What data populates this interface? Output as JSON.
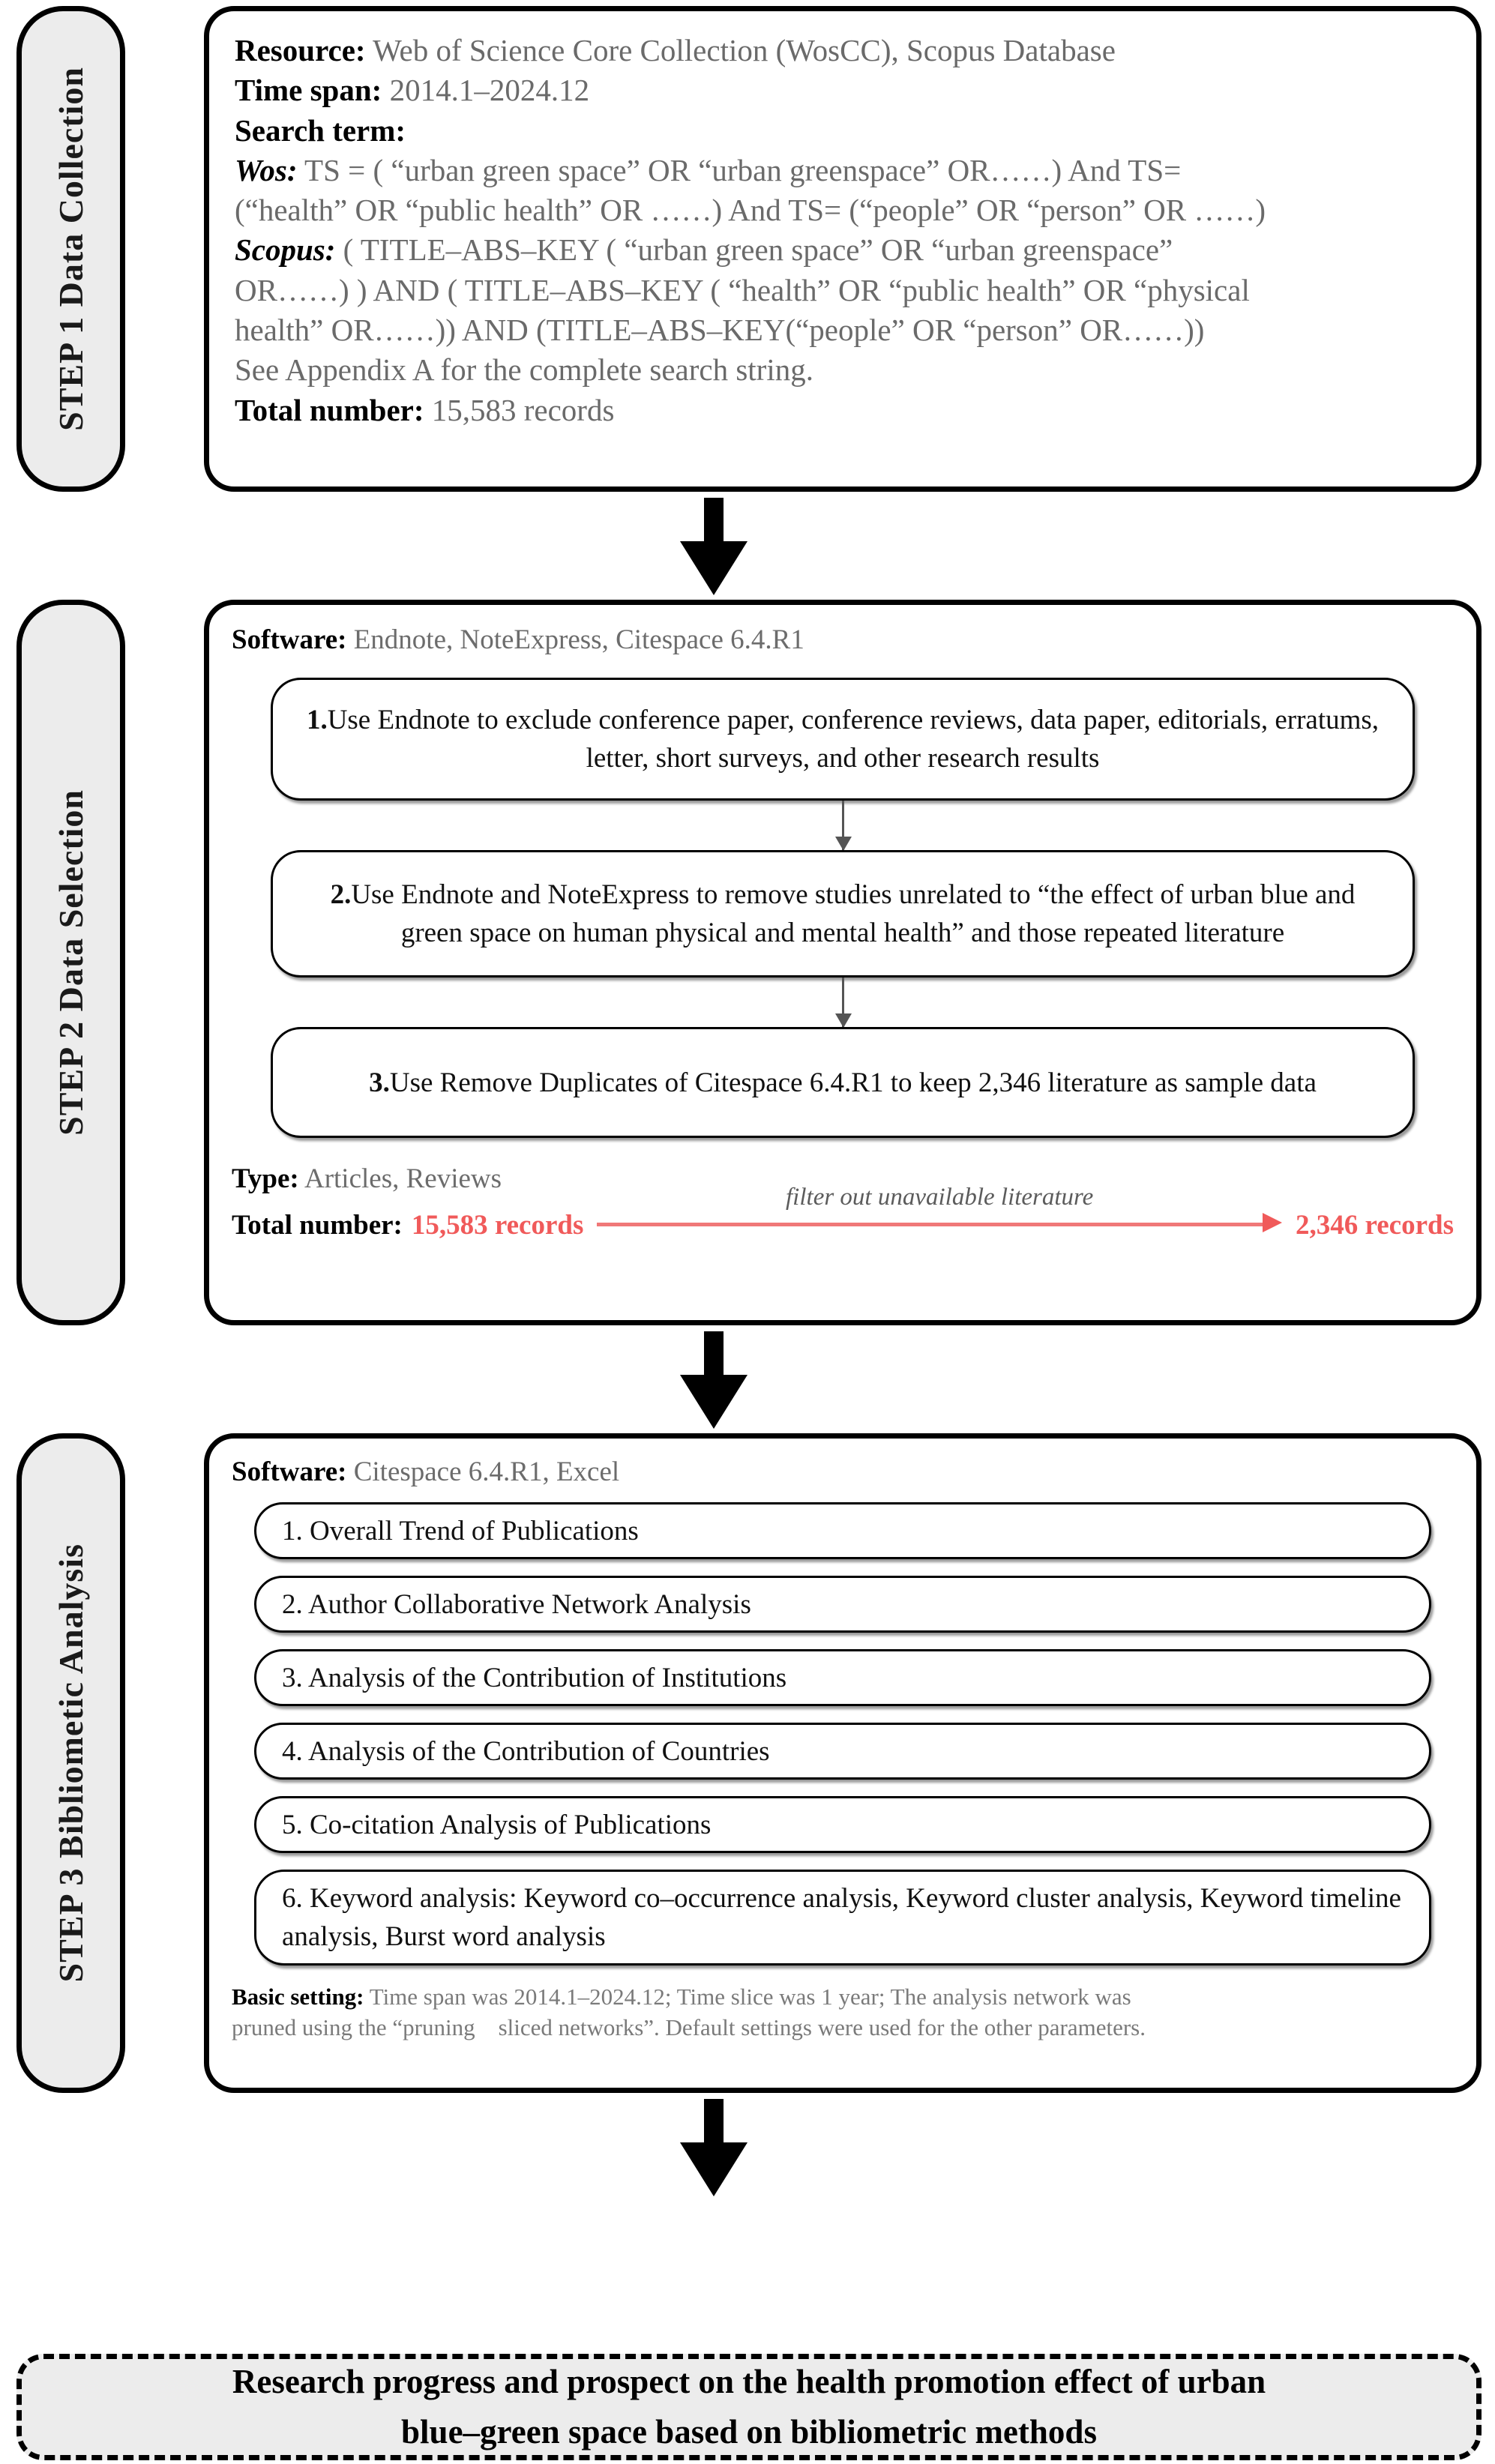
{
  "figure": {
    "type": "flowchart",
    "orientation": "vertical",
    "accent_red": "#f05a5a",
    "rail_fill": "#ececec"
  },
  "steps": [
    {
      "rail_label": "STEP 1 Data Collection",
      "lines": {
        "resource_label": "Resource:",
        "resource_value": "Web of Science Core Collection (WosCC), Scopus Database",
        "timespan_label": "Time span:",
        "timespan_value": "2014.1–2024.12",
        "searchterm_label": "Search term:",
        "wos_label": "Wos:",
        "wos_value_l1": "TS = ( “urban green space” OR “urban greenspace” OR……) And TS=",
        "wos_value_l2": "(“health” OR “public health” OR ……) And TS= (“people” OR “person” OR ……)",
        "scopus_label": "Scopus:",
        "scopus_value_l1": "( TITLE–ABS–KEY ( “urban green space” OR “urban greenspace”",
        "scopus_value_l2": "OR……) ) AND ( TITLE–ABS–KEY ( “health” OR “public health” OR “physical",
        "scopus_value_l3": "health” OR……)) AND (TITLE–ABS–KEY(“people” OR “person” OR……))",
        "appendix_note": "See Appendix A for the complete search string.",
        "total_label": "Total number:",
        "total_value": "15,583 records"
      }
    },
    {
      "rail_label": "STEP 2 Data Selection",
      "software_label": "Software:",
      "software_value": "Endnote, NoteExpress, Citespace 6.4.R1",
      "items": [
        {
          "num": "1.",
          "text": "Use Endnote to exclude conference paper, conference reviews, data paper, editorials, erratums, letter, short surveys, and other research results"
        },
        {
          "num": "2.",
          "text": "Use Endnote and NoteExpress to remove studies unrelated to “the effect of urban blue and green space on human physical and mental health” and those repeated literature"
        },
        {
          "num": "3.",
          "text": "Use Remove Duplicates of Citespace 6.4.R1 to keep 2,346 literature as sample data"
        }
      ],
      "type_label": "Type:",
      "type_value": "Articles, Reviews",
      "total_label": "Total number:",
      "total_before": "15,583 records",
      "filter_caption": "filter out unavailable literature",
      "total_after": "2,346 records"
    },
    {
      "rail_label": "STEP 3 Bibliometic Analysis",
      "software_label": "Software:",
      "software_value": "Citespace 6.4.R1, Excel",
      "items": [
        {
          "text": "1. Overall Trend of Publications"
        },
        {
          "text": "2. Author Collaborative Network Analysis"
        },
        {
          "text": "3. Analysis of the Contribution of Institutions"
        },
        {
          "text": "4. Analysis of the Contribution of Countries"
        },
        {
          "text": "5. Co-citation Analysis of Publications"
        },
        {
          "text": "6. Keyword analysis: Keyword co–occurrence analysis, Keyword cluster analysis, Keyword timeline analysis, Burst word analysis"
        }
      ],
      "basic_label": "Basic setting:",
      "basic_value_l1": "Time span was 2014.1–2024.12; Time slice was 1 year; The analysis network was",
      "basic_value_l2": "pruned using the “pruning sliced networks”. Default settings were used for the other parameters."
    }
  ],
  "conclusion": {
    "line1": "Research progress and prospect on the health promotion effect of urban",
    "line2": "blue–green space based on bibliometric methods"
  }
}
